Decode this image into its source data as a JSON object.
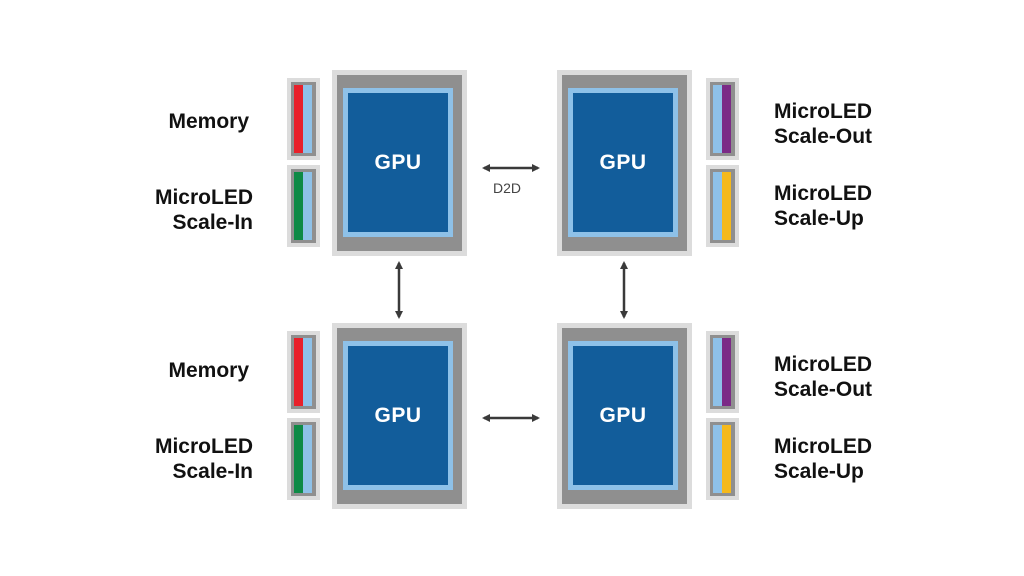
{
  "colors": {
    "gpu_die": "#125d9b",
    "gpu_die_border": "#8ec1e8",
    "substrate": "#8f8f8f",
    "package_edge": "#dcdcdc",
    "memory": "#e8202a",
    "scale_in": "#0e8a46",
    "scale_out": "#7b2a86",
    "scale_up": "#f5b91c",
    "optical_lane": "#8ec1e8",
    "arrow": "#3a3a3a"
  },
  "gpus": [
    {
      "id": "top-left",
      "label": "GPU"
    },
    {
      "id": "top-right",
      "label": "GPU"
    },
    {
      "id": "bottom-left",
      "label": "GPU"
    },
    {
      "id": "bottom-right",
      "label": "GPU"
    }
  ],
  "labels": {
    "tl_memory": "Memory",
    "tl_scalein_1": "MicroLED",
    "tl_scalein_2": "Scale-In",
    "tr_scaleout_1": "MicroLED",
    "tr_scaleout_2": "Scale-Out",
    "tr_scaleup_1": "MicroLED",
    "tr_scaleup_2": "Scale-Up",
    "bl_memory": "Memory",
    "bl_scalein_1": "MicroLED",
    "bl_scalein_2": "Scale-In",
    "br_scaleout_1": "MicroLED",
    "br_scaleout_2": "Scale-Out",
    "br_scaleup_1": "MicroLED",
    "br_scaleup_2": "Scale-Up"
  },
  "connections": {
    "d2d_label": "D2D"
  }
}
